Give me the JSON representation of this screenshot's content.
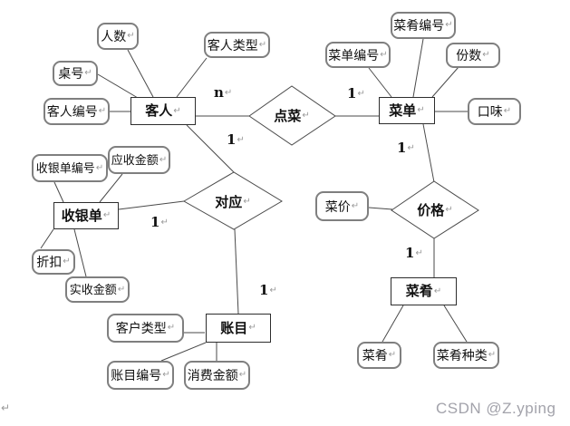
{
  "diagram": {
    "entities": {
      "guest": "客人",
      "menu": "菜单",
      "cashier_bill": "收银单",
      "account": "账目",
      "dish": "菜肴"
    },
    "relationships": {
      "order": "点菜",
      "correspond": "对应",
      "price": "价格"
    },
    "attributes": {
      "people_count": "人数",
      "guest_type": "客人类型",
      "table_no": "桌号",
      "guest_no": "客人编号",
      "dish_no": "菜肴编号",
      "menu_no": "菜单编号",
      "portions": "份数",
      "taste": "口味",
      "bill_no": "收银单编号",
      "receivable": "应收金额",
      "discount": "折扣",
      "received": "实收金额",
      "dish_price": "菜价",
      "customer_type": "客户类型",
      "account_no": "账目编号",
      "consumption": "消费金额",
      "dish_name": "菜肴",
      "dish_category": "菜肴种类"
    },
    "cardinalities": {
      "guest_order": "n",
      "order_menu": "1",
      "guest_correspond": "1",
      "bill_correspond": "1",
      "correspond_account": "1",
      "menu_price": "1",
      "price_dish": "1"
    },
    "paragraph_mark": "↵"
  },
  "watermark": "CSDN @Z.yping",
  "colors": {
    "entity_border": "#2d2d2d",
    "attribute_border": "#7f7f7f",
    "line": "#4a4a4a",
    "mark": "#9a9a9a",
    "watermark": "#a3a3ab"
  }
}
